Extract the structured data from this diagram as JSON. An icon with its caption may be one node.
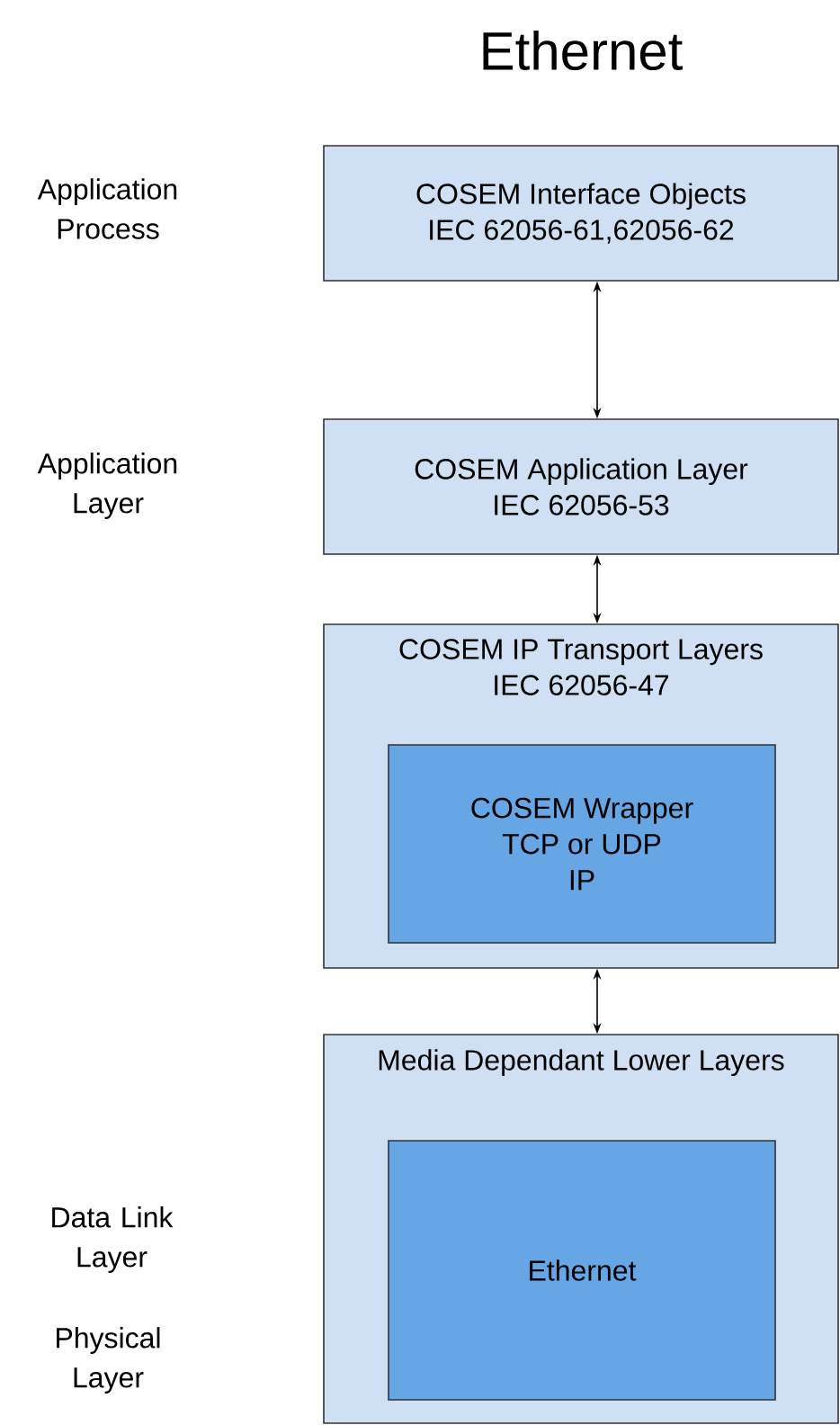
{
  "diagram": {
    "title": "Ethernet",
    "nodes": [
      {
        "text": [
          "COSEM Interface Objects",
          "IEC 62056-61,62056-62"
        ]
      },
      {
        "text": [
          "COSEM Application Layer",
          "IEC 62056-53"
        ]
      },
      {
        "text": [
          "COSEM IP Transport Layers",
          "IEC 62056-47"
        ]
      },
      {
        "text": [
          "COSEM Wrapper",
          "TCP or UDP",
          "IP"
        ],
        "in": 2
      },
      {
        "text": [
          "Media Dependant Lower Layers"
        ]
      },
      {
        "text": [
          "Ethernet"
        ],
        "in": 4
      }
    ],
    "edges": [
      {
        "from": 0,
        "to": 1,
        "arrow": "both"
      },
      {
        "from": 1,
        "to": 2,
        "arrow": "both"
      },
      {
        "from": 2,
        "to": 4,
        "arrow": "both"
      }
    ],
    "labels": [
      "Application Process",
      "Application Layer",
      "Data Link Layer",
      "Physical Layer"
    ]
  }
}
